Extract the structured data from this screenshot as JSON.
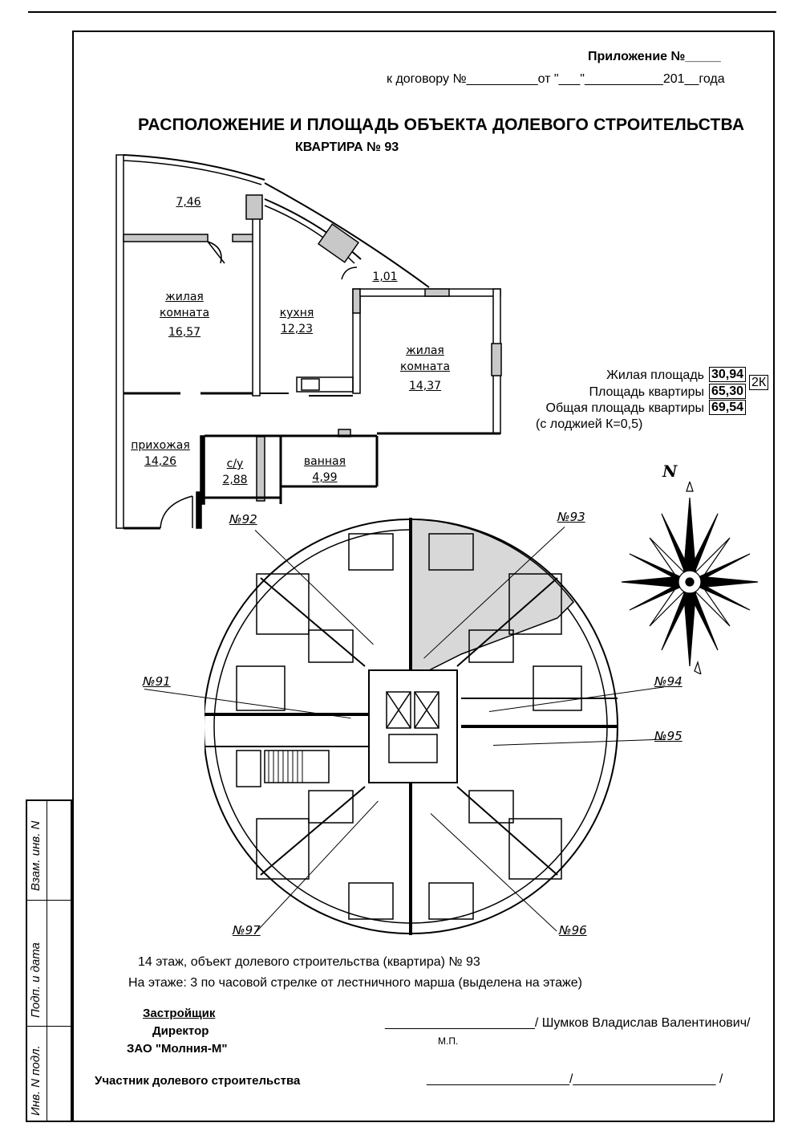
{
  "sidebar": {
    "vzam": "Взам. инв. N",
    "podp": "Подп. и дата",
    "inv": "Инв. N подл."
  },
  "header": {
    "appendix": "Приложение №_____",
    "contract": "к договору №__________от \"___\"___________201__года"
  },
  "title": "РАСПОЛОЖЕНИЕ И ПЛОЩАДЬ ОБЪЕКТА ДОЛЕВОГО СТРОИТЕЛЬСТВА",
  "apartment_title": "КВАРТИРА № 93",
  "rooms": {
    "loggia_area": "7,46",
    "living1_l1": "жилая",
    "living1_l2": "комната",
    "living1_area": "16,57",
    "kitchen": "кухня",
    "kitchen_area": "12,23",
    "balcony_area": "1,01",
    "living2_l1": "жилая",
    "living2_l2": "комната",
    "living2_area": "14,37",
    "hall": "прихожая",
    "hall_area": "14,26",
    "wc": "с/у",
    "wc_area": "2,88",
    "bath": "ванная",
    "bath_area": "4,99"
  },
  "areas": {
    "living_label": "Жилая площадь",
    "living_value": "30,94",
    "type": "2К",
    "apt_label": "Площадь квартиры",
    "apt_value": "65,30",
    "total_label": "Общая площадь квартиры",
    "total_value": "69,54",
    "note": "(с лоджией К=0,5)"
  },
  "compass": {
    "north": "N"
  },
  "floor_plan_labels": {
    "a92": "№92",
    "a93": "№93",
    "a91": "№91",
    "a94": "№94",
    "a95": "№95",
    "a97": "№97",
    "a96": "№96"
  },
  "info": {
    "line1": "14 этаж, объект долевого строительства (квартира) № 93",
    "line2": "На этаже:  3 по часовой стрелке от лестничного марша (выделена на этаже)"
  },
  "developer": {
    "l1": "Застройщик",
    "l2": "Директор",
    "l3": "ЗАО \"Молния-М\"",
    "signature": "_____________________/ Шумков Владислав Валентинович/",
    "mp": "М.П."
  },
  "participant": {
    "label": "Участник долевого строительства",
    "signature": "____________________/____________________ /"
  }
}
